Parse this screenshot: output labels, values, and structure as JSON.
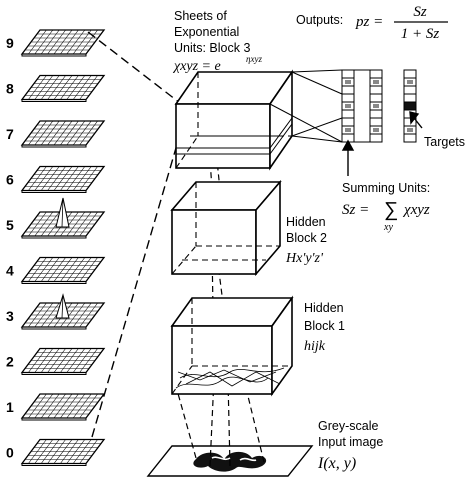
{
  "sheet_numbers": [
    "0",
    "1",
    "2",
    "3",
    "4",
    "5",
    "6",
    "7",
    "8",
    "9"
  ],
  "block3": {
    "line1": "Sheets of",
    "line2": "Exponential",
    "line3": "Units: Block 3",
    "formula_lhs": "χxyz = e",
    "formula_exp": "ηxyz"
  },
  "outputs": {
    "label": "Outputs:",
    "lhs": "pz =",
    "numerator": "Sz",
    "denominator": "1 + Sz"
  },
  "targets_label": "Targets",
  "summing": {
    "line1": "Summing Units:",
    "lhs": "Sz =",
    "sum_symbol": "∑",
    "sum_index": "xy",
    "term": "χxyz"
  },
  "hidden2": {
    "line1": "Hidden",
    "line2": "Block 2",
    "var": "Hx'y'z'"
  },
  "hidden1": {
    "line1": "Hidden",
    "line2": "Block 1",
    "var": "hijk"
  },
  "input": {
    "line1": "Grey-scale",
    "line2": "Input image",
    "var": "I(x, y)"
  }
}
